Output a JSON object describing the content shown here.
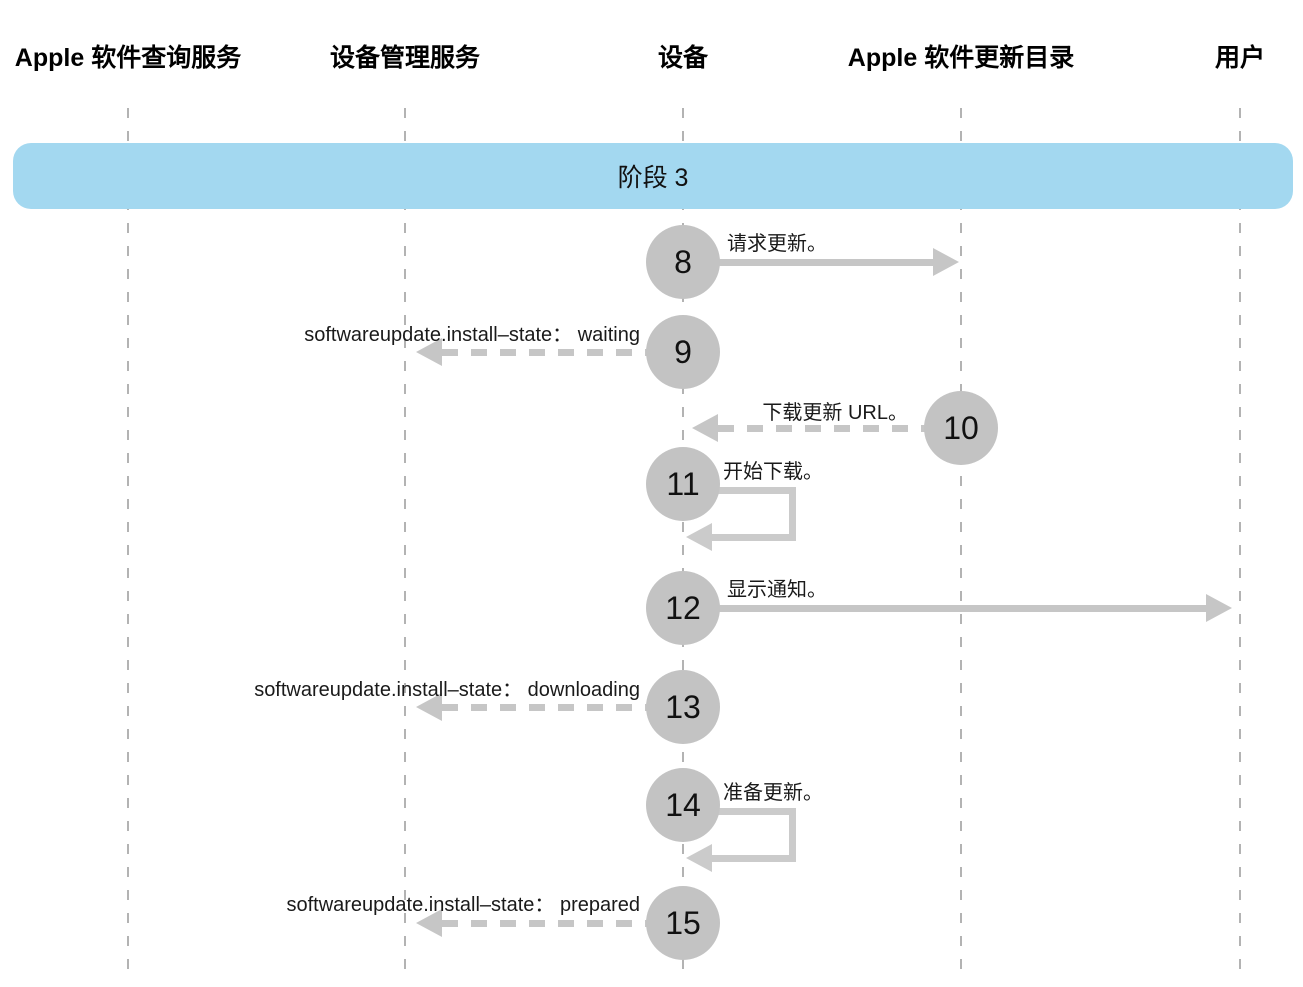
{
  "lanes": [
    {
      "label": "Apple 软件查询服务"
    },
    {
      "label": "设备管理服务"
    },
    {
      "label": "设备"
    },
    {
      "label": "Apple 软件更新目录"
    },
    {
      "label": "用户"
    }
  ],
  "phase": {
    "label": "阶段 3"
  },
  "steps": [
    {
      "number": "8",
      "label": "请求更新。",
      "from": "设备",
      "to": "Apple 软件更新目录",
      "line": "solid"
    },
    {
      "number": "9",
      "label": "softwareupdate.install–state： waiting",
      "from": "设备",
      "to": "设备管理服务",
      "line": "dashed"
    },
    {
      "number": "10",
      "label": "下载更新 URL。",
      "from": "Apple 软件更新目录",
      "to": "设备",
      "line": "dashed"
    },
    {
      "number": "11",
      "label": "开始下载。",
      "from": "设备",
      "to": "设备",
      "line": "self-loop"
    },
    {
      "number": "12",
      "label": "显示通知。",
      "from": "设备",
      "to": "用户",
      "line": "solid"
    },
    {
      "number": "13",
      "label": "softwareupdate.install–state： downloading",
      "from": "设备",
      "to": "设备管理服务",
      "line": "dashed"
    },
    {
      "number": "14",
      "label": "准备更新。",
      "from": "设备",
      "to": "设备",
      "line": "self-loop"
    },
    {
      "number": "15",
      "label": "softwareupdate.install–state： prepared",
      "from": "设备",
      "to": "设备管理服务",
      "line": "dashed"
    }
  ],
  "colors": {
    "phase_fill": "#a3d8f0",
    "circle_fill": "#c3c3c3",
    "arrow": "#c6c6c6",
    "self_loop": "#cbcbcb",
    "lifeline": "#b3b3b3",
    "text": "#1a1a1a"
  }
}
